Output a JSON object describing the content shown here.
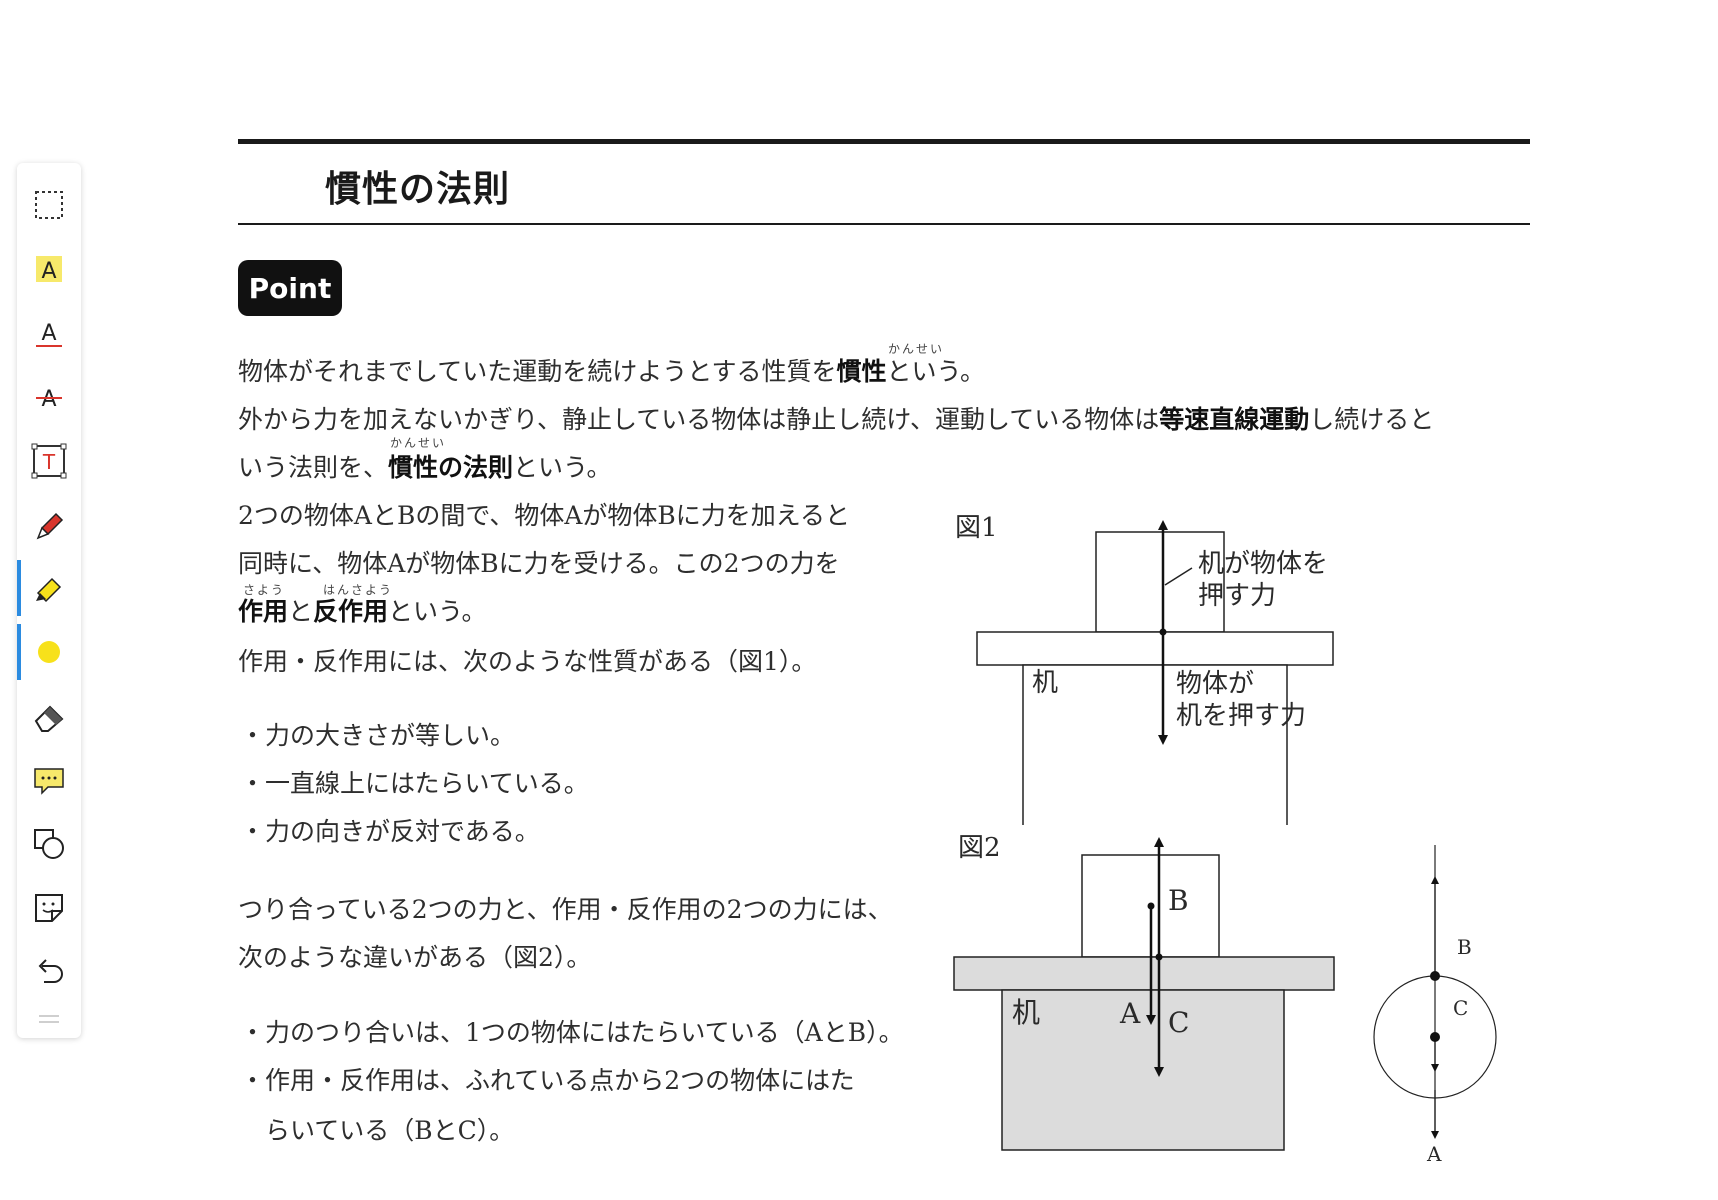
{
  "toolbar": {
    "tools": [
      {
        "id": "select",
        "icon": "dashed-select-icon"
      },
      {
        "id": "highlight-text",
        "icon": "highlight-text-icon"
      },
      {
        "id": "underline",
        "icon": "underline-text-icon"
      },
      {
        "id": "strikethrough",
        "icon": "strikethrough-text-icon"
      },
      {
        "id": "text-box",
        "icon": "text-box-icon"
      },
      {
        "id": "pen",
        "icon": "red-pen-icon"
      },
      {
        "id": "highlighter",
        "icon": "yellow-highlighter-icon",
        "active": true
      },
      {
        "id": "color",
        "icon": "color-dot-icon",
        "color": "#f7e11b",
        "active": true
      },
      {
        "id": "eraser",
        "icon": "eraser-icon"
      },
      {
        "id": "comment",
        "icon": "comment-icon"
      },
      {
        "id": "shapes",
        "icon": "shapes-icon"
      },
      {
        "id": "sticker",
        "icon": "sticker-icon"
      },
      {
        "id": "undo",
        "icon": "undo-icon"
      }
    ],
    "accent_color": "#2b8be0"
  },
  "doc": {
    "title": "慣性の法則",
    "badge": "Point",
    "p1": {
      "pre": "物体がそれまでしていた運動を続けようとする性質を",
      "bold": "慣性",
      "post": "という。",
      "ruby": "かんせい"
    },
    "p2": {
      "pre": "外から力を加えないかぎり、静止している物体は静止し続け、運動している物体は",
      "bold": "等速直線運動",
      "post": "し続けると"
    },
    "p3": {
      "pre": "いう法則を、",
      "bold": "慣性の法則",
      "post": "という。",
      "ruby": "かんせい"
    },
    "p4": "2つの物体AとBの間で、物体Aが物体Bに力を加えると",
    "p5": "同時に、物体Aが物体Bに力を受ける。この2つの力を",
    "p6": {
      "bold1": "作用",
      "mid": "と",
      "bold2": "反作用",
      "post": "という。",
      "ruby1": "さよう",
      "ruby2": "はんさよう"
    },
    "p7": "作用・反作用には、次のような性質がある（図1）。",
    "list1": [
      "・力の大きさが等しい。",
      "・一直線上にはたらいている。",
      "・力の向きが反対である。"
    ],
    "p8": "つり合っている2つの力と、作用・反作用の2つの力には、",
    "p9": "次のような違いがある（図2）。",
    "list2": [
      "・力のつり合いは、1つの物体にはたらいている（AとB）。",
      "・作用・反作用は、ふれている点から2つの物体にはた",
      "　らいている（BとC）。"
    ]
  },
  "fig1": {
    "label": "図1",
    "desk": "机",
    "force_up_line1": "机が物体を",
    "force_up_line2": "押す力",
    "force_down_line1": "物体が",
    "force_down_line2": "机を押す力"
  },
  "fig2": {
    "label": "図2",
    "desk": "机",
    "pt_b": "B",
    "pt_a": "A",
    "pt_c": "C",
    "fill_color": "#dcdcdc"
  },
  "fig3": {
    "pt_b": "B",
    "pt_c": "C",
    "pt_a": "A"
  }
}
